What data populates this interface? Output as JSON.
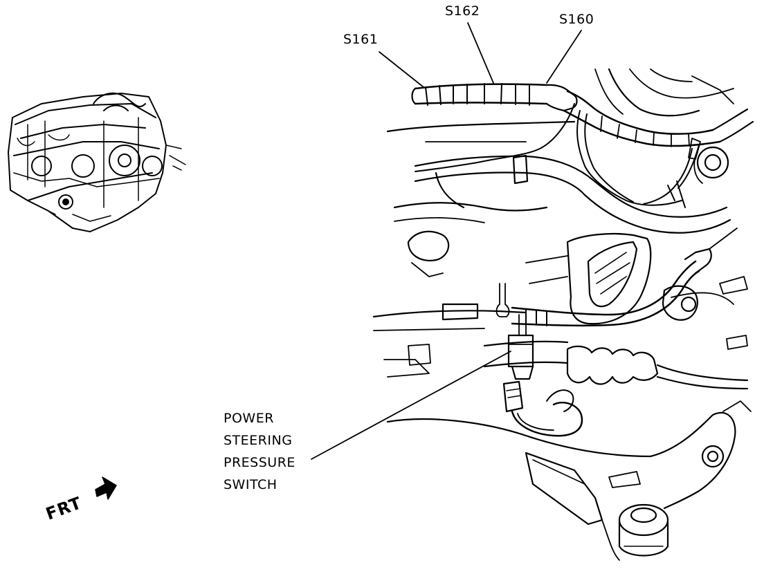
{
  "callouts": {
    "s161": "S161",
    "s162": "S162",
    "s160": "S160"
  },
  "component_label": {
    "line1": "POWER",
    "line2": "STEERING",
    "line3": "PRESSURE",
    "line4": "SWITCH"
  },
  "direction_indicator": "FRT",
  "colors": {
    "ink": "#000000",
    "paper": "#ffffff"
  }
}
